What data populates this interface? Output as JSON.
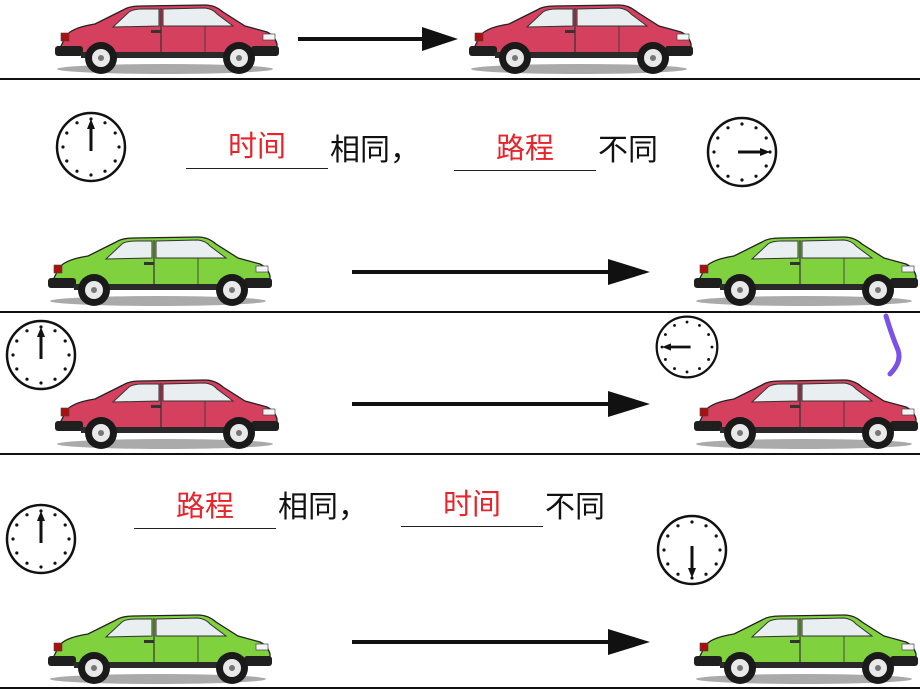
{
  "scene1": {
    "blank_1": "时间",
    "text_1": "相同，",
    "blank_2": "路程",
    "text_2": "不同"
  },
  "scene2": {
    "blank_1": "路程",
    "text_1": "相同，",
    "blank_2": "时间",
    "text_2": "不同"
  },
  "colors": {
    "answer": "#e8232a",
    "red_car": "#d6405f",
    "green_car": "#7fd13d",
    "ink": "#111111",
    "annotation": "#7b52e8"
  },
  "icons": [
    "car-icon",
    "clock-icon",
    "arrow-right-icon"
  ]
}
